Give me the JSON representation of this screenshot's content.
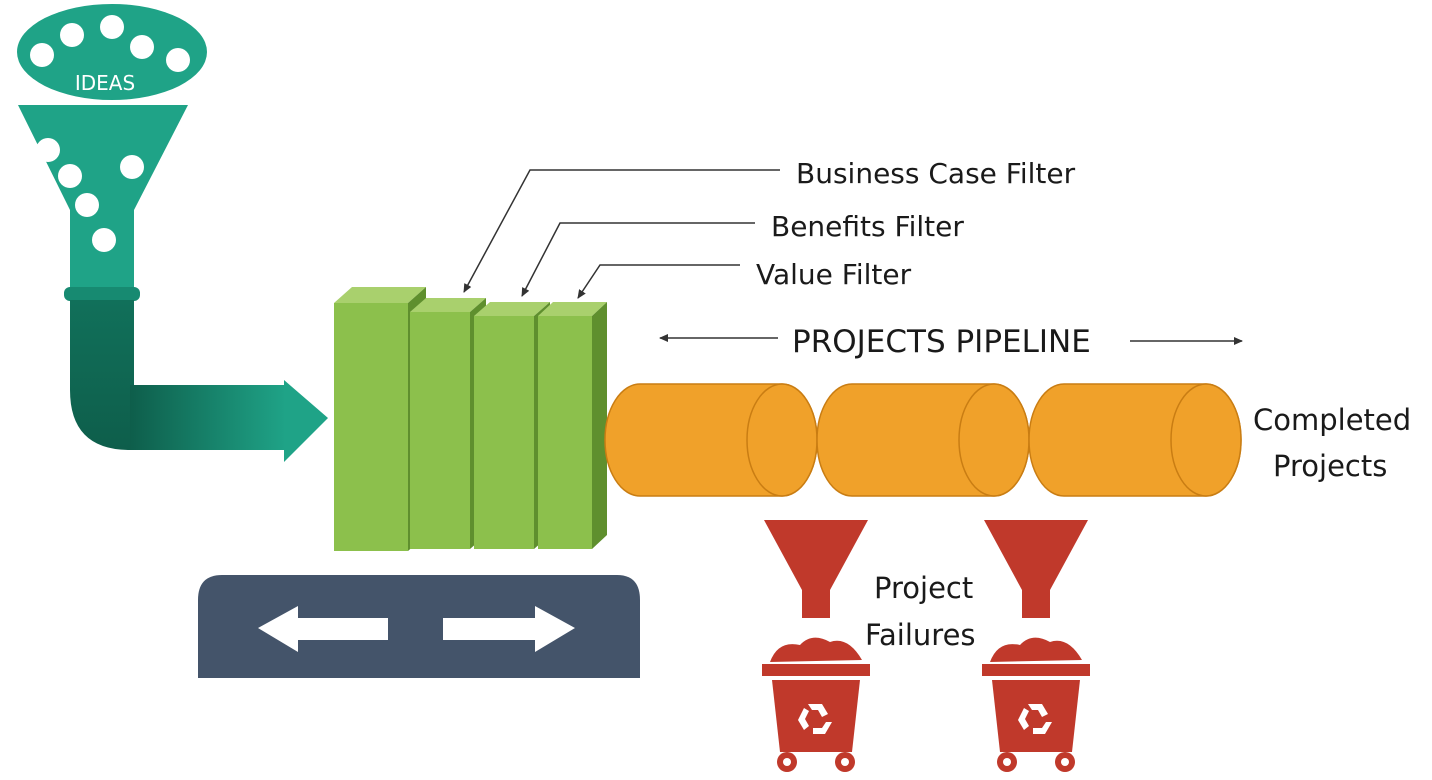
{
  "labels": {
    "ideas": "IDEAS",
    "business_case_filter": "Business Case Filter",
    "benefits_filter": "Benefits Filter",
    "value_filter": "Value Filter",
    "projects_pipeline": "PROJECTS PIPELINE",
    "completed_line1": "Completed",
    "completed_line2": "Projects",
    "failures_line1": "Project",
    "failures_line2": "Failures"
  },
  "colors": {
    "teal": "#1fa387",
    "teal_dark": "#0e5e4b",
    "filter_green": "#8cc04c",
    "filter_top": "#a9d06d",
    "filter_side": "#5f8f2e",
    "pipeline_orange": "#f0a12a",
    "pipeline_stroke": "#c97d13",
    "failure_red": "#c0392b",
    "conveyor_navy": "#44546a",
    "arrow_white": "#ffffff"
  },
  "icons": {
    "recycle": "recycle-icon",
    "left_arrow": "left-arrow-icon",
    "right_arrow": "right-arrow-icon"
  }
}
